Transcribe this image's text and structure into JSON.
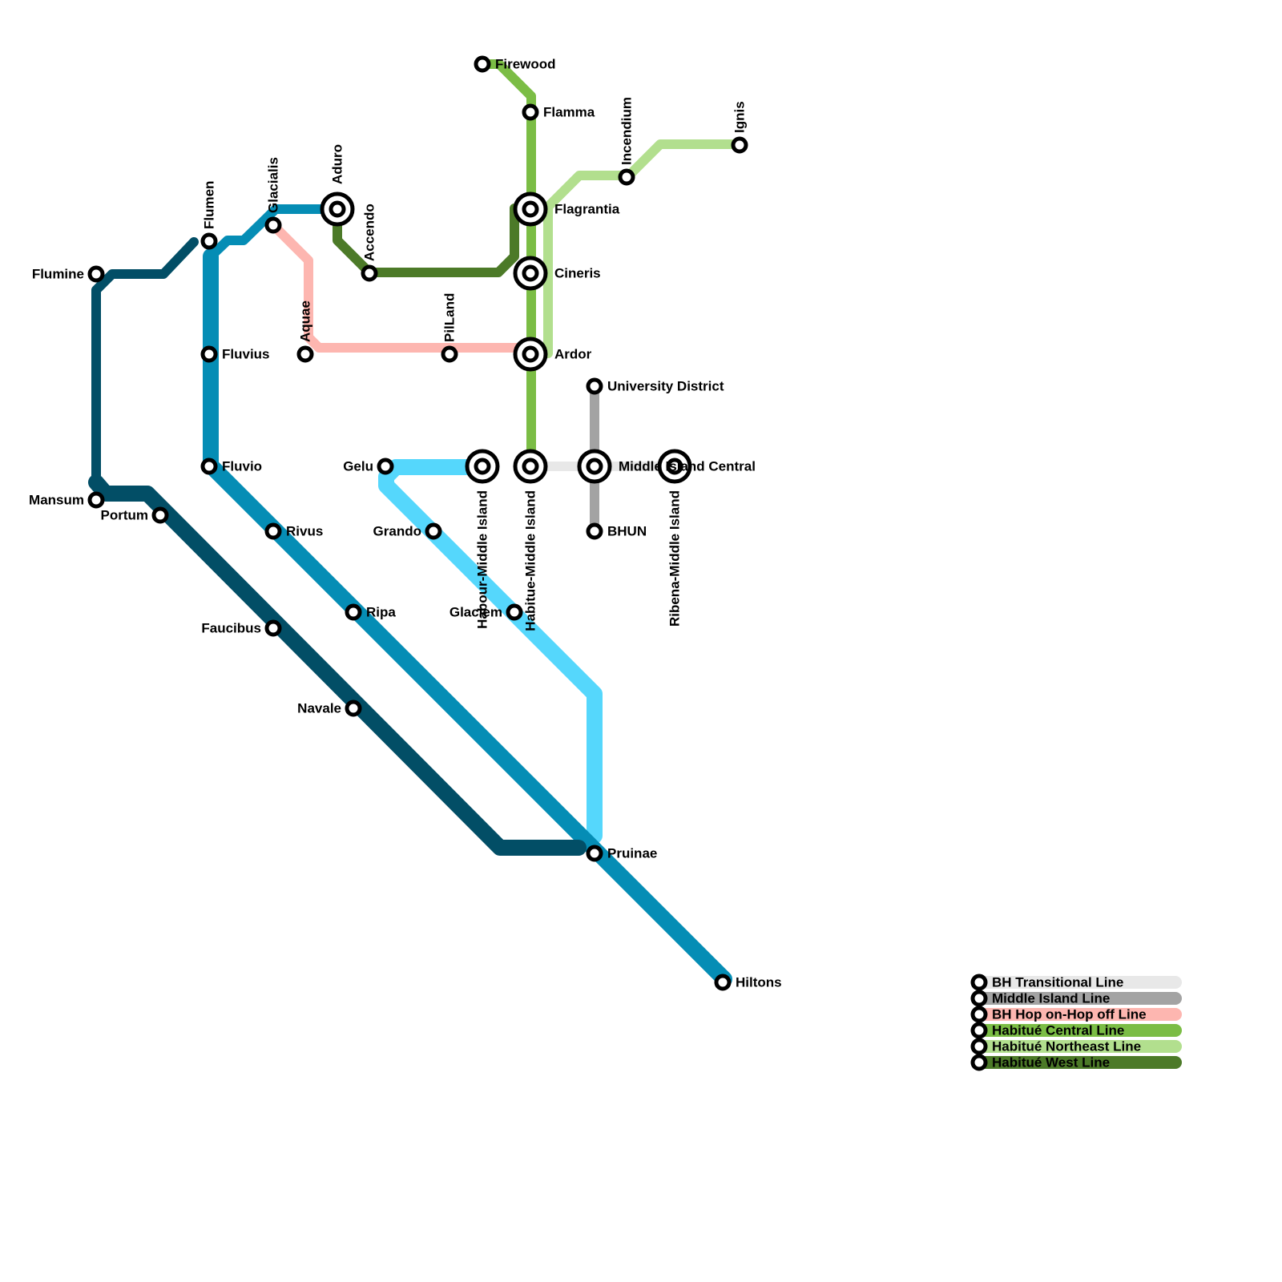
{
  "colors": {
    "dark_blue": "#024e66",
    "blue": "#058db5",
    "light_blue": "#55d7fc",
    "pink": "#fdb6b0",
    "dark_green": "#4c7a28",
    "green": "#7bbd45",
    "light_green": "#b2df8e",
    "gray": "#a3a3a3",
    "light_gray": "#e8e8e8",
    "station_stroke": "#000000",
    "station_fill": "#ffffff"
  },
  "lines": [
    {
      "id": "dark-blue-line",
      "color": "#024e66"
    },
    {
      "id": "blue-line",
      "color": "#058db5"
    },
    {
      "id": "light-blue-line",
      "color": "#55d7fc"
    },
    {
      "id": "bh-transitional-line",
      "color": "#e8e8e8"
    },
    {
      "id": "middle-island-line",
      "color": "#a3a3a3"
    },
    {
      "id": "bh-hop-line",
      "color": "#fdb6b0"
    },
    {
      "id": "habitue-central-line",
      "color": "#7bbd45"
    },
    {
      "id": "habitue-northeast-line",
      "color": "#b2df8e"
    },
    {
      "id": "habitue-west-line",
      "color": "#4c7a28"
    }
  ],
  "stations": [
    {
      "key": "flumine",
      "name": "Flumine",
      "interchange": false
    },
    {
      "key": "mansum",
      "name": "Mansum",
      "interchange": false
    },
    {
      "key": "portum",
      "name": "Portum",
      "interchange": false
    },
    {
      "key": "faucibus",
      "name": "Faucibus",
      "interchange": false
    },
    {
      "key": "navale",
      "name": "Navale",
      "interchange": false
    },
    {
      "key": "flumen",
      "name": "Flumen",
      "interchange": false
    },
    {
      "key": "glacialis",
      "name": "Glacialis",
      "interchange": false
    },
    {
      "key": "aduro",
      "name": "Aduro",
      "interchange": true
    },
    {
      "key": "accendo",
      "name": "Accendo",
      "interchange": false
    },
    {
      "key": "aquae",
      "name": "Aquae",
      "interchange": false
    },
    {
      "key": "pilland",
      "name": "PilLand",
      "interchange": false
    },
    {
      "key": "fluvius",
      "name": "Fluvius",
      "interchange": false
    },
    {
      "key": "fluvio",
      "name": "Fluvio",
      "interchange": false
    },
    {
      "key": "rivus",
      "name": "Rivus",
      "interchange": false
    },
    {
      "key": "ripa",
      "name": "Ripa",
      "interchange": false
    },
    {
      "key": "pruinae",
      "name": "Pruinae",
      "interchange": false
    },
    {
      "key": "hiltons",
      "name": "Hiltons",
      "interchange": false
    },
    {
      "key": "gelu",
      "name": "Gelu",
      "interchange": false
    },
    {
      "key": "grando",
      "name": "Grando",
      "interchange": false
    },
    {
      "key": "glaciem",
      "name": "Glaciem",
      "interchange": false
    },
    {
      "key": "firewood",
      "name": "Firewood",
      "interchange": false
    },
    {
      "key": "flamma",
      "name": "Flamma",
      "interchange": false
    },
    {
      "key": "flagrantia",
      "name": "Flagrantia",
      "interchange": true
    },
    {
      "key": "cineris",
      "name": "Cineris",
      "interchange": true
    },
    {
      "key": "ardor",
      "name": "Ardor",
      "interchange": true
    },
    {
      "key": "incendium",
      "name": "Incendium",
      "interchange": false
    },
    {
      "key": "ignis",
      "name": "Ignis",
      "interchange": false
    },
    {
      "key": "university_district",
      "name": "University District",
      "interchange": false
    },
    {
      "key": "middle_island_central",
      "name": "Middle Island Central",
      "interchange": true
    },
    {
      "key": "bhun",
      "name": "BHUN",
      "interchange": false
    },
    {
      "key": "habour_middle_island",
      "name": "Habour-Middle Island",
      "interchange": true
    },
    {
      "key": "habitue_middle_island",
      "name": "Habitue-Middle Island",
      "interchange": true
    },
    {
      "key": "ribena_middle_island",
      "name": "Ribena-Middle Island",
      "interchange": true
    }
  ],
  "legend": [
    {
      "label": "BH Transitional Line",
      "color": "#e8e8e8"
    },
    {
      "label": "Middle Island Line",
      "color": "#a3a3a3"
    },
    {
      "label": "BH Hop on-Hop off Line",
      "color": "#fdb6b0"
    },
    {
      "label": "Habitué Central Line",
      "color": "#7bbd45"
    },
    {
      "label": "Habitué Northeast Line",
      "color": "#b2df8e"
    },
    {
      "label": "Habitué West Line",
      "color": "#4c7a28"
    }
  ]
}
